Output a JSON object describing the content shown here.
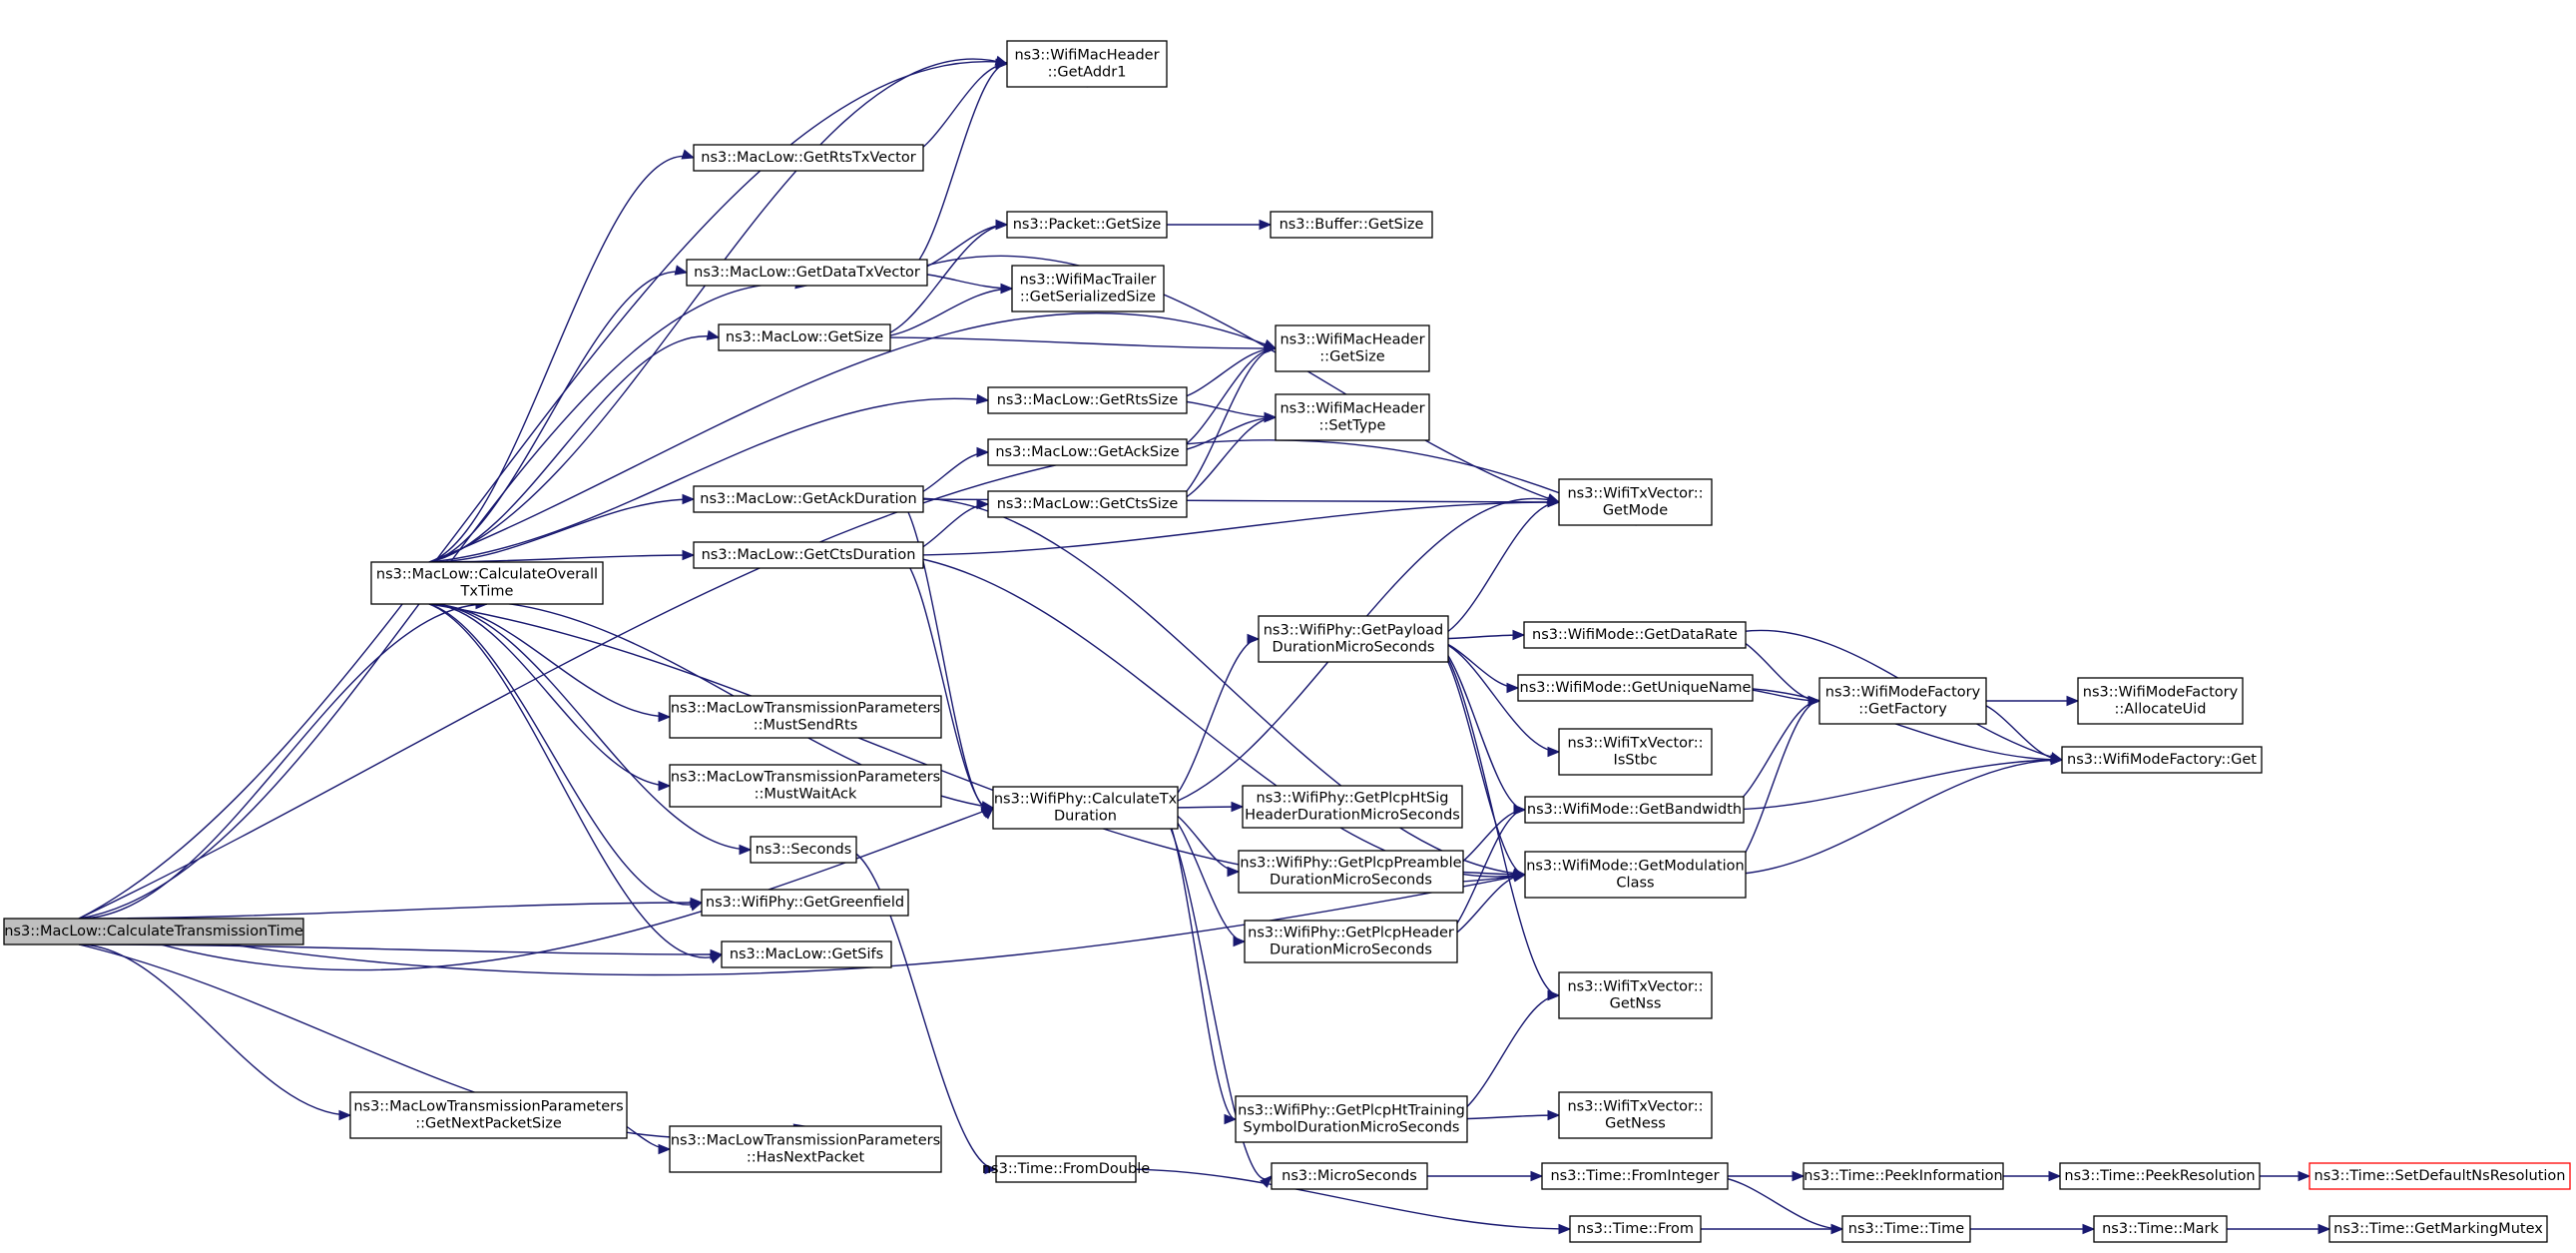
{
  "graph": {
    "colors": {
      "edge": "#191970",
      "node_border": "#000000",
      "root_fill": "#bfbfbf",
      "highlight_border": "#ff0000"
    },
    "nodes": [
      {
        "id": "calcTxTime",
        "lines": [
          "ns3::MacLow::CalculateTransmissionTime"
        ],
        "style": "root"
      },
      {
        "id": "calcOverall",
        "lines": [
          "ns3::MacLow::CalculateOverall",
          "TxTime"
        ]
      },
      {
        "id": "getAddr1",
        "lines": [
          "ns3::WifiMacHeader",
          "::GetAddr1"
        ]
      },
      {
        "id": "getRtsTxVector",
        "lines": [
          "ns3::MacLow::GetRtsTxVector"
        ]
      },
      {
        "id": "getDataTxVector",
        "lines": [
          "ns3::MacLow::GetDataTxVector"
        ]
      },
      {
        "id": "macGetSize",
        "lines": [
          "ns3::MacLow::GetSize"
        ]
      },
      {
        "id": "getRtsSize",
        "lines": [
          "ns3::MacLow::GetRtsSize"
        ]
      },
      {
        "id": "getAckSize",
        "lines": [
          "ns3::MacLow::GetAckSize"
        ]
      },
      {
        "id": "getAckDuration",
        "lines": [
          "ns3::MacLow::GetAckDuration"
        ]
      },
      {
        "id": "getCtsSize",
        "lines": [
          "ns3::MacLow::GetCtsSize"
        ]
      },
      {
        "id": "getCtsDuration",
        "lines": [
          "ns3::MacLow::GetCtsDuration"
        ]
      },
      {
        "id": "mustSendRts",
        "lines": [
          "ns3::MacLowTransmissionParameters",
          "::MustSendRts"
        ]
      },
      {
        "id": "mustWaitAck",
        "lines": [
          "ns3::MacLowTransmissionParameters",
          "::MustWaitAck"
        ]
      },
      {
        "id": "seconds",
        "lines": [
          "ns3::Seconds"
        ]
      },
      {
        "id": "getGreenfield",
        "lines": [
          "ns3::WifiPhy::GetGreenfield"
        ]
      },
      {
        "id": "getSifs",
        "lines": [
          "ns3::MacLow::GetSifs"
        ]
      },
      {
        "id": "getNextPacketSize",
        "lines": [
          "ns3::MacLowTransmissionParameters",
          "::GetNextPacketSize"
        ]
      },
      {
        "id": "hasNextPacket",
        "lines": [
          "ns3::MacLowTransmissionParameters",
          "::HasNextPacket"
        ]
      },
      {
        "id": "fromDouble",
        "lines": [
          "ns3::Time::FromDouble"
        ]
      },
      {
        "id": "packetGetSize",
        "lines": [
          "ns3::Packet::GetSize"
        ]
      },
      {
        "id": "trailerSize",
        "lines": [
          "ns3::WifiMacTrailer",
          "::GetSerializedSize"
        ]
      },
      {
        "id": "calcTxDuration",
        "lines": [
          "ns3::WifiPhy::CalculateTx",
          "Duration"
        ]
      },
      {
        "id": "microSeconds",
        "lines": [
          "ns3::MicroSeconds"
        ]
      },
      {
        "id": "bufferGetSize",
        "lines": [
          "ns3::Buffer::GetSize"
        ]
      },
      {
        "id": "hdrGetSize",
        "lines": [
          "ns3::WifiMacHeader",
          "::GetSize"
        ]
      },
      {
        "id": "hdrSetType",
        "lines": [
          "ns3::WifiMacHeader",
          "::SetType"
        ]
      },
      {
        "id": "getPayloadDur",
        "lines": [
          "ns3::WifiPhy::GetPayload",
          "DurationMicroSeconds"
        ]
      },
      {
        "id": "htSigDur",
        "lines": [
          "ns3::WifiPhy::GetPlcpHtSig",
          "HeaderDurationMicroSeconds"
        ]
      },
      {
        "id": "preambleDur",
        "lines": [
          "ns3::WifiPhy::GetPlcpPreamble",
          "DurationMicroSeconds"
        ]
      },
      {
        "id": "headerDur",
        "lines": [
          "ns3::WifiPhy::GetPlcpHeader",
          "DurationMicroSeconds"
        ]
      },
      {
        "id": "htTrainDur",
        "lines": [
          "ns3::WifiPhy::GetPlcpHtTraining",
          "SymbolDurationMicroSeconds"
        ]
      },
      {
        "id": "getMode",
        "lines": [
          "ns3::WifiTxVector::",
          "GetMode"
        ]
      },
      {
        "id": "getDataRate",
        "lines": [
          "ns3::WifiMode::GetDataRate"
        ]
      },
      {
        "id": "getUniqueName",
        "lines": [
          "ns3::WifiMode::GetUniqueName"
        ]
      },
      {
        "id": "isStbc",
        "lines": [
          "ns3::WifiTxVector::",
          "IsStbc"
        ]
      },
      {
        "id": "getBandwidth",
        "lines": [
          "ns3::WifiMode::GetBandwidth"
        ]
      },
      {
        "id": "getModClass",
        "lines": [
          "ns3::WifiMode::GetModulation",
          "Class"
        ]
      },
      {
        "id": "getNss",
        "lines": [
          "ns3::WifiTxVector::",
          "GetNss"
        ]
      },
      {
        "id": "getNess",
        "lines": [
          "ns3::WifiTxVector::",
          "GetNess"
        ]
      },
      {
        "id": "fromInteger",
        "lines": [
          "ns3::Time::FromInteger"
        ]
      },
      {
        "id": "timeFrom",
        "lines": [
          "ns3::Time::From"
        ]
      },
      {
        "id": "getFactory",
        "lines": [
          "ns3::WifiModeFactory",
          "::GetFactory"
        ]
      },
      {
        "id": "allocateUid",
        "lines": [
          "ns3::WifiModeFactory",
          "::AllocateUid"
        ]
      },
      {
        "id": "factoryGet",
        "lines": [
          "ns3::WifiModeFactory::Get"
        ]
      },
      {
        "id": "peekInfo",
        "lines": [
          "ns3::Time::PeekInformation"
        ]
      },
      {
        "id": "timeTime",
        "lines": [
          "ns3::Time::Time"
        ]
      },
      {
        "id": "peekRes",
        "lines": [
          "ns3::Time::PeekResolution"
        ]
      },
      {
        "id": "timeMark",
        "lines": [
          "ns3::Time::Mark"
        ]
      },
      {
        "id": "setDefaultRes",
        "lines": [
          "ns3::Time::SetDefaultNsResolution"
        ],
        "style": "red"
      },
      {
        "id": "getMarkingMutex",
        "lines": [
          "ns3::Time::GetMarkingMutex"
        ]
      }
    ]
  }
}
